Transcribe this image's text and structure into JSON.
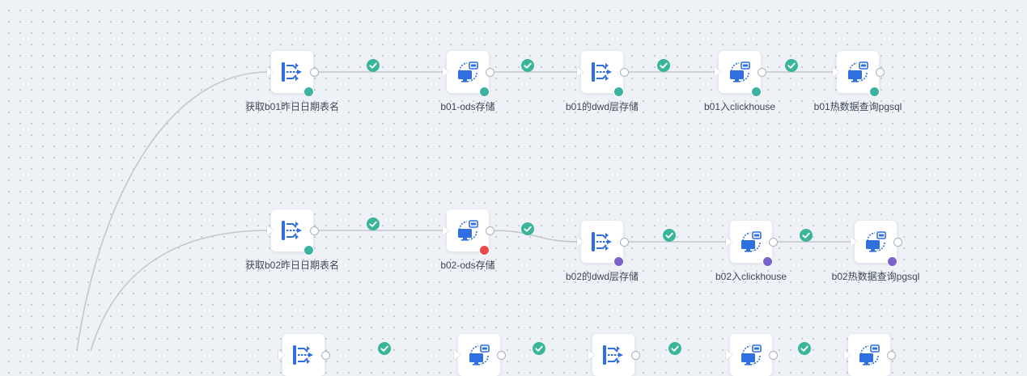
{
  "colors": {
    "success": "#3bb3a0",
    "error": "#e84a4a",
    "pending": "#7b63cc",
    "edge": "#c3c7ce",
    "check": "#39b59a",
    "icon_blue": "#2f6fe0"
  },
  "rows": [
    {
      "nodes": [
        {
          "label": "获取b01昨日日期表名",
          "icon": "data-flow-icon",
          "status": "success"
        },
        {
          "label": "b01-ods存储",
          "icon": "monitor-data-icon",
          "status": "success"
        },
        {
          "label": "b01的dwd层存储",
          "icon": "data-flow-icon",
          "status": "success"
        },
        {
          "label": "b01入clickhouse",
          "icon": "monitor-data-icon",
          "status": "success"
        },
        {
          "label": "b01热数据查询pgsql",
          "icon": "monitor-data-icon",
          "status": "success"
        }
      ]
    },
    {
      "nodes": [
        {
          "label": "获取b02昨日日期表名",
          "icon": "data-flow-icon",
          "status": "success"
        },
        {
          "label": "b02-ods存储",
          "icon": "monitor-data-icon",
          "status": "error"
        },
        {
          "label": "b02的dwd层存储",
          "icon": "data-flow-icon",
          "status": "pending"
        },
        {
          "label": "b02入clickhouse",
          "icon": "monitor-data-icon",
          "status": "pending"
        },
        {
          "label": "b02热数据查询pgsql",
          "icon": "monitor-data-icon",
          "status": "pending"
        }
      ]
    },
    {
      "nodes": [
        {
          "label": "",
          "icon": "data-flow-icon",
          "status": ""
        },
        {
          "label": "",
          "icon": "monitor-data-icon",
          "status": ""
        },
        {
          "label": "",
          "icon": "data-flow-icon",
          "status": ""
        },
        {
          "label": "",
          "icon": "monitor-data-icon",
          "status": ""
        },
        {
          "label": "",
          "icon": "monitor-data-icon",
          "status": ""
        }
      ]
    }
  ]
}
